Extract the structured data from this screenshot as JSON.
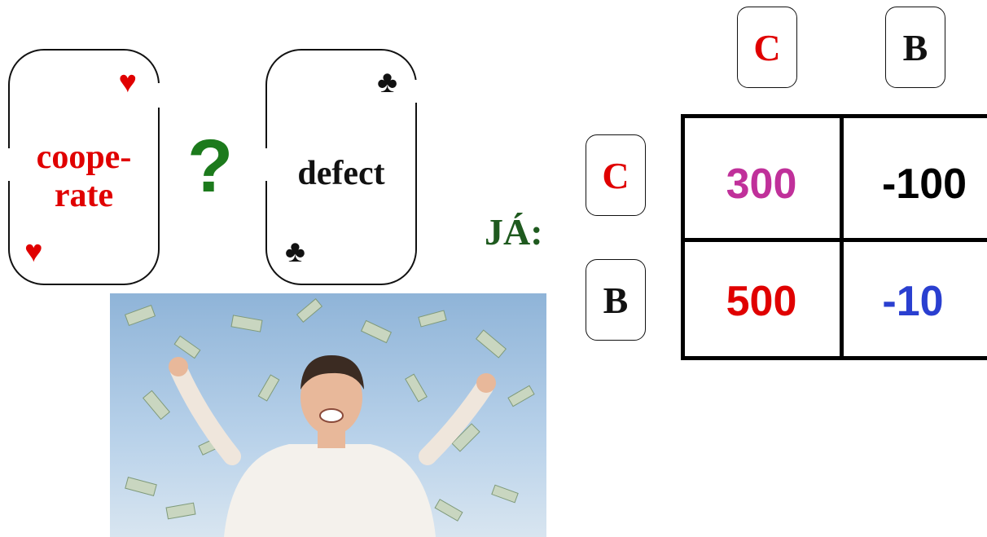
{
  "cards": [
    {
      "label_line1": "coope-",
      "label_line2": "rate",
      "suit": "♥",
      "suit_name": "heart-icon",
      "color": "#e00000"
    },
    {
      "label_line1": "defect",
      "label_line2": "",
      "suit": "♣",
      "suit_name": "club-icon",
      "color": "#111111"
    }
  ],
  "question_mark": "?",
  "player_label": "JÁ:",
  "column_headers": [
    "C",
    "B"
  ],
  "row_headers": [
    "C",
    "B"
  ],
  "header_colors": {
    "C": "#e00000",
    "B": "#111111"
  },
  "payoffs": [
    [
      {
        "value": "300",
        "color": "#c0309a"
      },
      {
        "value": "-100",
        "color": "#000000"
      }
    ],
    [
      {
        "value": "500",
        "color": "#e00000"
      },
      {
        "value": "-10",
        "color": "#2a3fd0"
      }
    ]
  ],
  "photo": {
    "subject": "man-with-falling-money"
  }
}
